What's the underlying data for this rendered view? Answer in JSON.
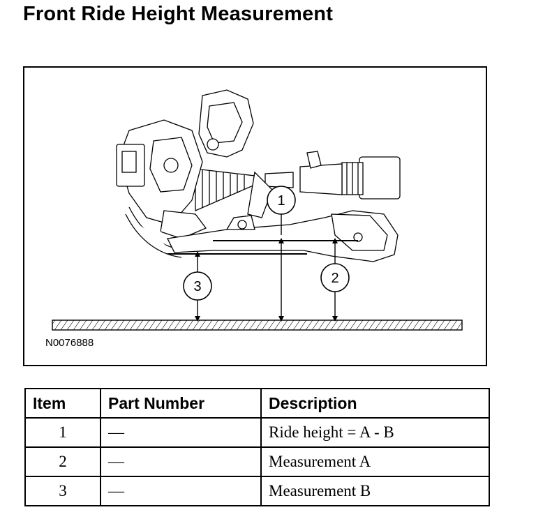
{
  "title": "Front Ride Height Measurement",
  "figure": {
    "figure_id": "N0076888",
    "callouts": [
      "1",
      "2",
      "3"
    ]
  },
  "table": {
    "headers": [
      "Item",
      "Part Number",
      "Description"
    ],
    "rows": [
      [
        "1",
        "—",
        "Ride height = A - B"
      ],
      [
        "2",
        "—",
        "Measurement A"
      ],
      [
        "3",
        "—",
        "Measurement B"
      ]
    ]
  }
}
